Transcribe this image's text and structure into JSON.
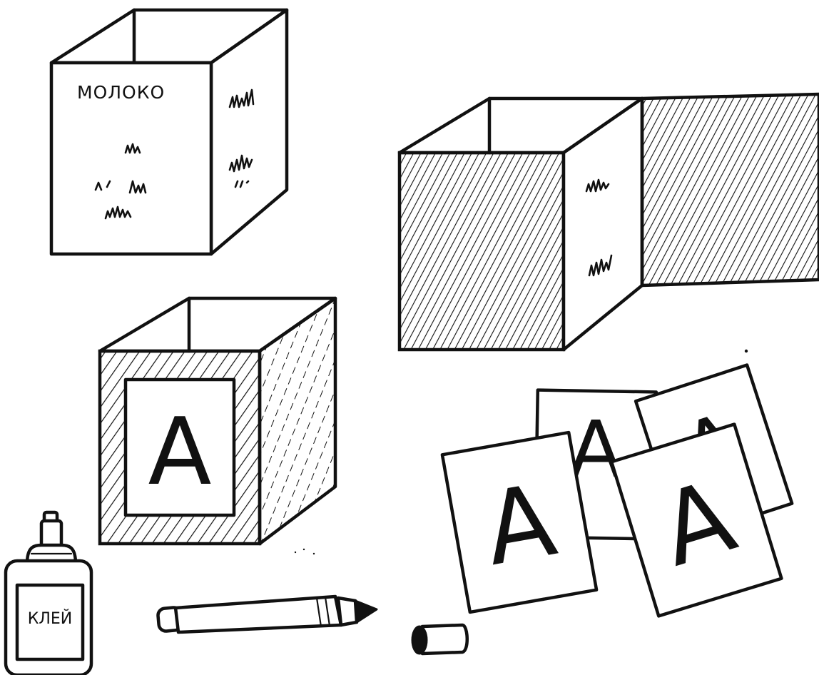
{
  "milk_carton": {
    "label": "МОЛОКО"
  },
  "glue_bottle": {
    "label": "КЛЕЙ"
  },
  "letter_block": {
    "letter": "A"
  },
  "letter_cards": [
    "A",
    "A",
    "A",
    "A"
  ]
}
